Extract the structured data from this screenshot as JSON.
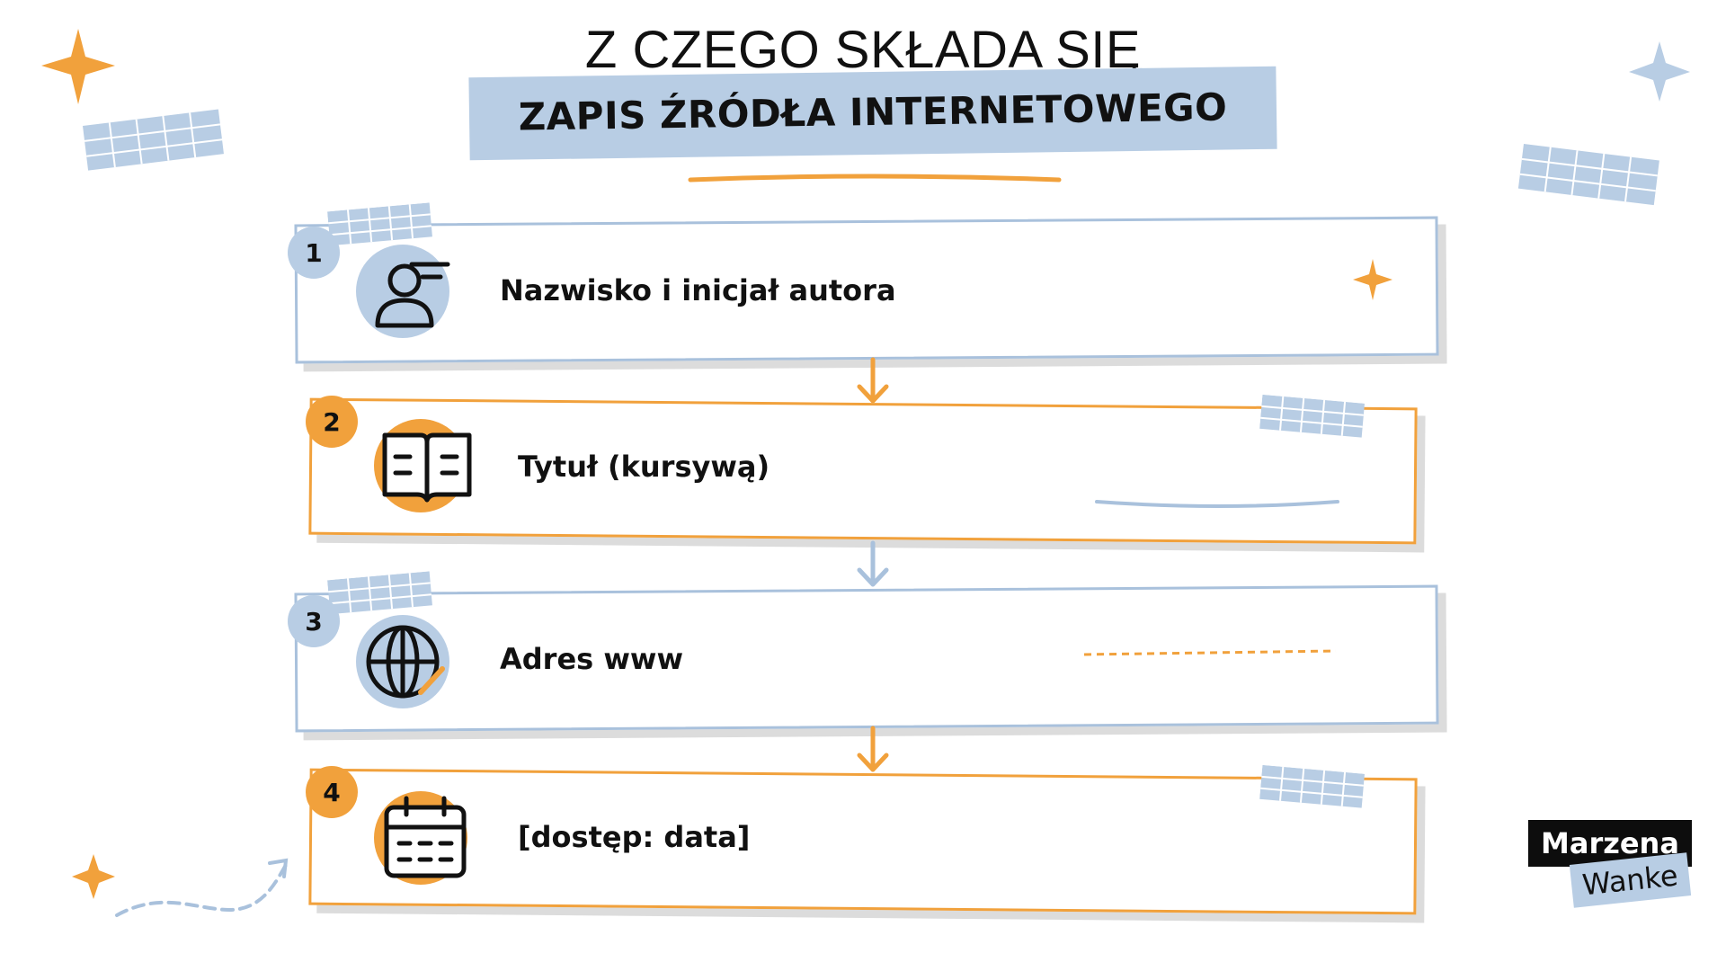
{
  "title": {
    "line1": "Z CZEGO SKŁADA SIĘ",
    "line2": "ZAPIS ŹRÓDŁA INTERNETOWEGO"
  },
  "colors": {
    "blue": "#b8cde4",
    "blue_border": "#a9c1dc",
    "orange": "#f1a13c",
    "ink": "#111111"
  },
  "steps": [
    {
      "number": "1",
      "label": "Nazwisko i inicjał autora",
      "icon": "person-icon",
      "accent": "blue"
    },
    {
      "number": "2",
      "label": "Tytuł (kursywą)",
      "icon": "open-book-icon",
      "accent": "orange"
    },
    {
      "number": "3",
      "label": "Adres www",
      "icon": "globe-icon",
      "accent": "blue"
    },
    {
      "number": "4",
      "label": "[dostęp: data]",
      "icon": "calendar-icon",
      "accent": "orange"
    }
  ],
  "brand": {
    "name_top": "Marzena",
    "name_bottom": "Wanke"
  }
}
